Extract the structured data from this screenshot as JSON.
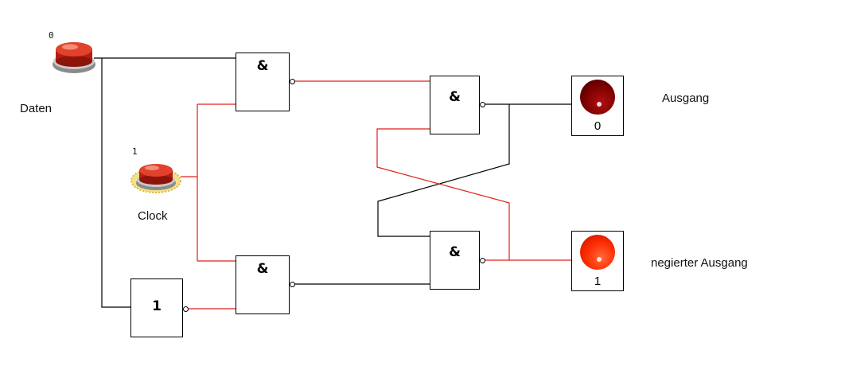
{
  "inputs": {
    "daten": {
      "label": "Daten",
      "state": "0"
    },
    "clock": {
      "label": "Clock",
      "state": "1"
    }
  },
  "gates": {
    "and_top_left": "&",
    "and_bottom_left": "&",
    "not_gate": "1",
    "and_top_right": "&",
    "and_bottom_right": "&"
  },
  "outputs": {
    "ausgang": {
      "label": "Ausgang",
      "value": "0"
    },
    "negierter_ausgang": {
      "label": "negierter Ausgang",
      "value": "1"
    }
  },
  "colors": {
    "wire_low": "#000000",
    "wire_high": "#e0201a",
    "lamp_off": "#7a0000",
    "lamp_on": "#ff2a00"
  }
}
